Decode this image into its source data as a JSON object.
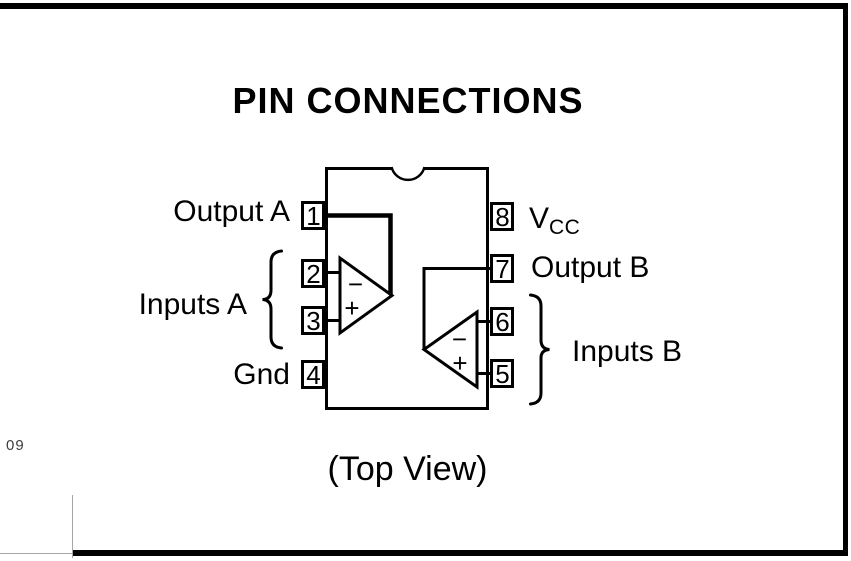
{
  "colors": {
    "ink": "#000000",
    "background": "#ffffff",
    "divider_gray": "#a6a6a6",
    "margin_note_gray": "#3d3d3d"
  },
  "figure": {
    "title": "PIN CONNECTIONS",
    "caption": "(Top View)",
    "margin_note": "09"
  },
  "pin_numbers": {
    "left": [
      "1",
      "2",
      "3",
      "4"
    ],
    "right": [
      "8",
      "7",
      "6",
      "5"
    ]
  },
  "pin_labels": {
    "output_a": "Output A",
    "inputs_a": "Inputs A",
    "gnd": "Gnd",
    "vcc_base": "V",
    "vcc_subscript": "CC",
    "output_b": "Output B",
    "inputs_b": "Inputs B"
  },
  "opamp_symbols": {
    "inverting": "−",
    "noninverting": "+"
  },
  "brace_glyphs": {
    "inputs_a_brace": "{",
    "inputs_b_brace": "}"
  }
}
